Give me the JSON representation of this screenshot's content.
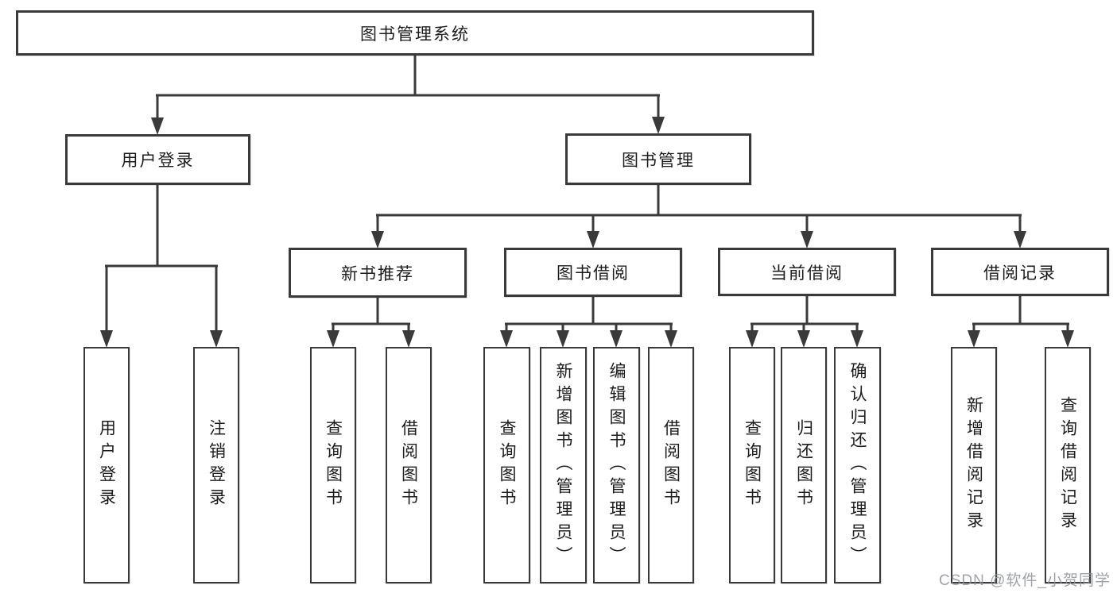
{
  "diagram": {
    "title": "图书管理系统",
    "root": {
      "label": "图书管理系统"
    },
    "level2": {
      "user_login": {
        "label": "用户登录"
      },
      "book_management": {
        "label": "图书管理"
      }
    },
    "level3": {
      "new_book_recommend": {
        "label": "新书推荐"
      },
      "book_borrowing": {
        "label": "图书借阅"
      },
      "current_borrowing": {
        "label": "当前借阅"
      },
      "borrowing_records": {
        "label": "借阅记录"
      }
    },
    "leaves": {
      "user_login": [
        "用户登录",
        "注销登录"
      ],
      "new_book_recommend": [
        "查询图书",
        "借阅图书"
      ],
      "book_borrowing": [
        "查询图书",
        "新增图书（管理员）",
        "编辑图书（管理员）",
        "借阅图书"
      ],
      "current_borrowing": [
        "查询图书",
        "归还图书",
        "确认归还（管理员）"
      ],
      "borrowing_records": [
        "新增借阅记录",
        "查询借阅记录"
      ]
    }
  },
  "watermark": {
    "text": "CSDN @软件_小贺同学"
  },
  "colors": {
    "line": "#3a3a3a",
    "text": "#1c1c1c",
    "background": "#ffffff",
    "watermark": "#8e9399"
  }
}
